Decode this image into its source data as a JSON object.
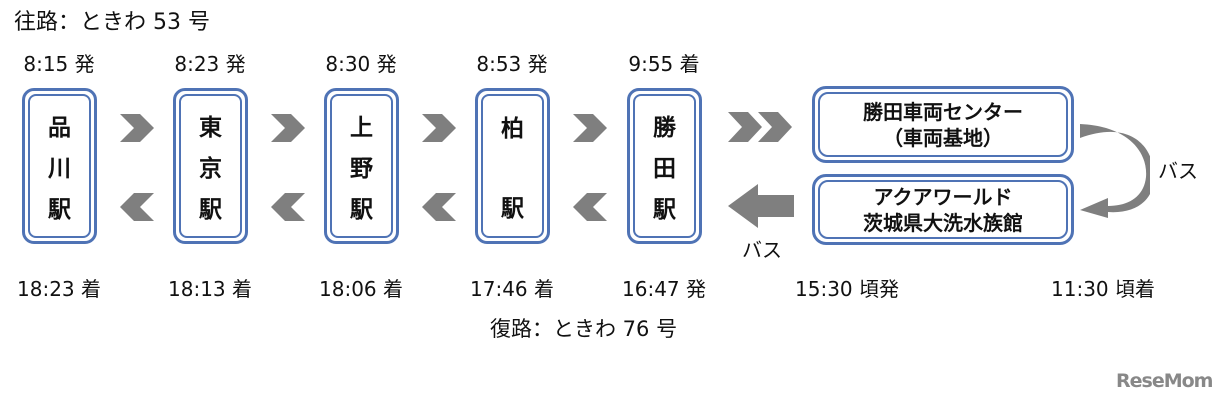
{
  "outbound_title": "往路：ときわ 53 号",
  "return_title": "復路：ときわ 76 号",
  "stations": [
    {
      "chars": [
        "品",
        "川",
        "駅"
      ],
      "outbound_time": "8:15 発",
      "return_time": "18:23 着"
    },
    {
      "chars": [
        "東",
        "京",
        "駅"
      ],
      "outbound_time": "8:23 発",
      "return_time": "18:13 着"
    },
    {
      "chars": [
        "上",
        "野",
        "駅"
      ],
      "outbound_time": "8:30 発",
      "return_time": "18:06 着"
    },
    {
      "chars": [
        "柏",
        "",
        "駅"
      ],
      "outbound_time": "8:53 発",
      "return_time": "17:46 着"
    },
    {
      "chars": [
        "勝",
        "田",
        "駅"
      ],
      "outbound_time": "9:55 着",
      "return_time": "16:47 発"
    }
  ],
  "depot": {
    "line1": "勝田車両センター",
    "line2": "（車両基地）",
    "arrival_time": "11:30 頃着"
  },
  "aquarium": {
    "line1": "アクアワールド",
    "line2": "茨城県大洗水族館",
    "departure_time": "15:30 頃発"
  },
  "bus_label_right": "バス",
  "bus_label_left": "バス",
  "logo": "ReseMom",
  "colors": {
    "box_border": "#4f73b5",
    "arrow": "#7f7f7f"
  }
}
